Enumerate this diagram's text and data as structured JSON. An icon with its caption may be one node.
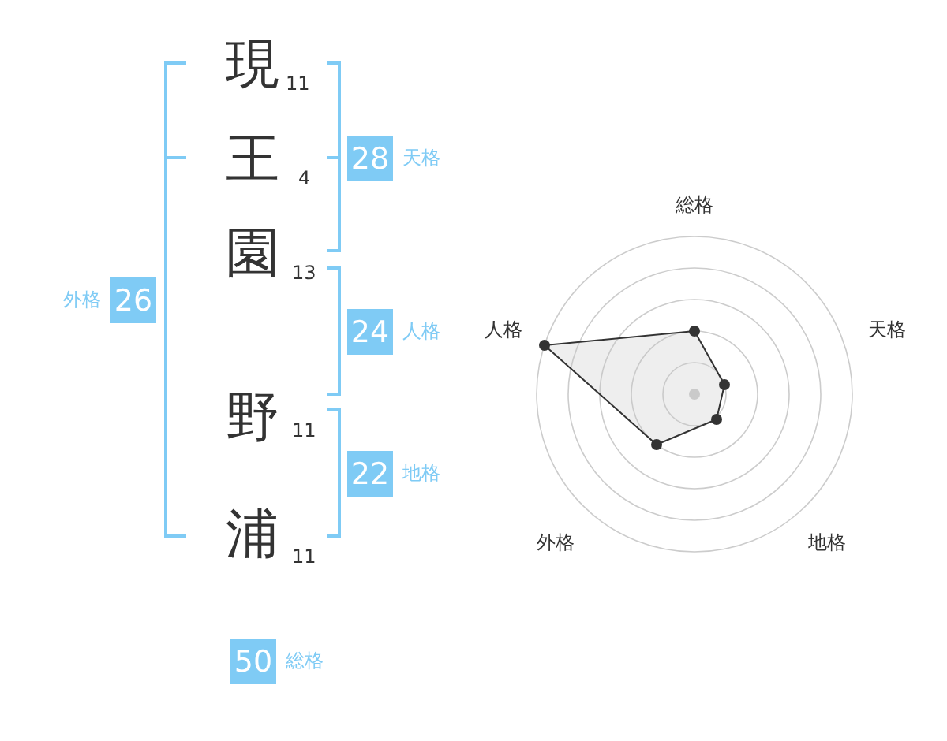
{
  "diagram": {
    "nodes": [
      {
        "text": [
          "28"
        ],
        "beside": [
          "天格"
        ]
      },
      {
        "text": [
          "26"
        ],
        "beside": [
          "外格"
        ]
      },
      {
        "text": [
          "24"
        ],
        "beside": [
          "人格"
        ]
      },
      {
        "text": [
          "22"
        ],
        "beside": [
          "地格"
        ]
      },
      {
        "text": [
          "50"
        ],
        "beside": [
          "総格"
        ]
      }
    ],
    "edges": [],
    "labels": [
      "現",
      "11",
      "王",
      "4",
      "園",
      "13",
      "野",
      "11",
      "浦",
      "11",
      "総格",
      "人格",
      "天格",
      "外格",
      "地格"
    ]
  }
}
